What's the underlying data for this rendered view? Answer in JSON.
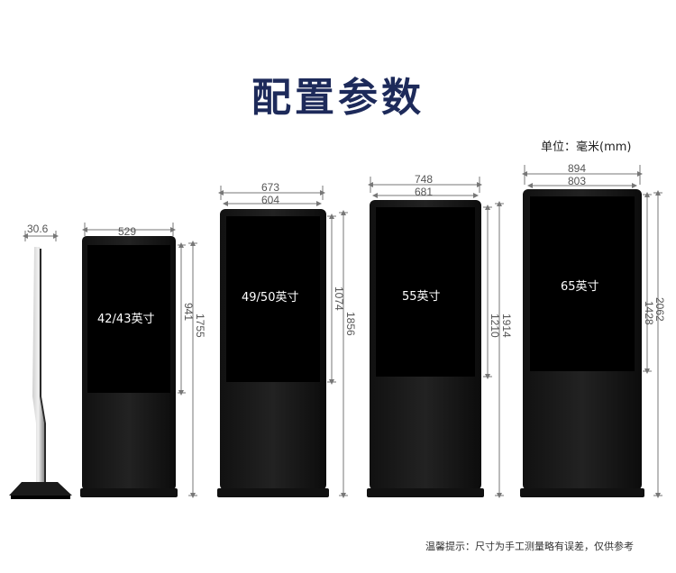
{
  "page": {
    "title": "配置参数",
    "unit": "单位：毫米(mm)",
    "note": "温馨提示：尺寸为手工测量略有误差，仅供参考"
  },
  "side_view": {
    "thickness": "30.6"
  },
  "kiosks": [
    {
      "label": "42/43英寸",
      "overall_width": "",
      "screen_width": "529",
      "screen_height": "941",
      "total_height": "1755"
    },
    {
      "label": "49/50英寸",
      "overall_width": "673",
      "screen_width": "604",
      "screen_height": "1074",
      "total_height": "1856"
    },
    {
      "label": "55英寸",
      "overall_width": "748",
      "screen_width": "681",
      "screen_height": "1210",
      "total_height": "1914"
    },
    {
      "label": "65英寸",
      "overall_width": "894",
      "screen_width": "803",
      "screen_height": "1428",
      "total_height": "2062"
    }
  ]
}
